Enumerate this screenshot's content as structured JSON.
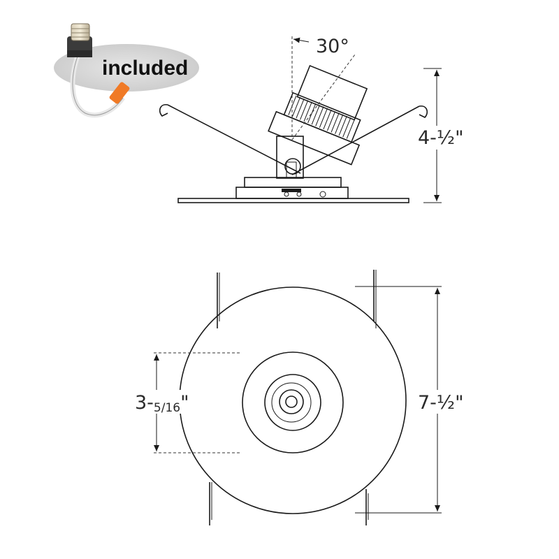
{
  "badge": {
    "label": "included",
    "connector_color": "#f07a26"
  },
  "side_view": {
    "tilt_angle_label": "30°",
    "height_label": "4-½\""
  },
  "top_view": {
    "aperture_whole": "3-",
    "aperture_fraction": "5/16",
    "aperture_mark": "\"",
    "trim_diameter_label": "7-½\""
  }
}
